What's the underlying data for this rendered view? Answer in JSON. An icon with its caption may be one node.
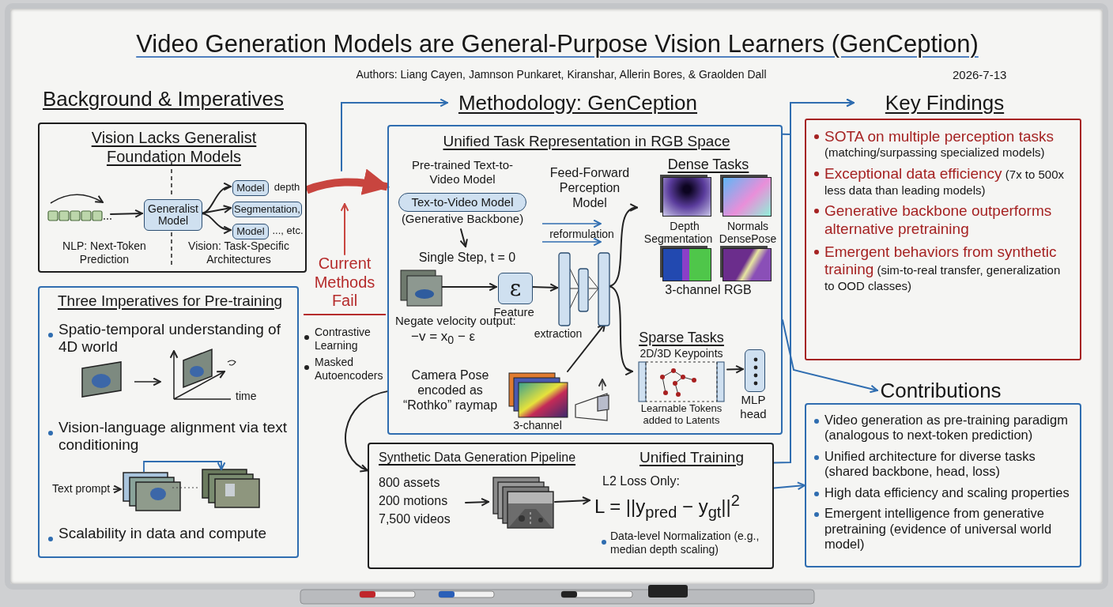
{
  "diagram": {
    "title": "Video Generation Models are General-Purpose Vision Learners (GenCeption)",
    "nodes": [
      {
        "text": [
          "Vision Lacks Generalist Foundation Models",
          "NLP: Next-Token Prediction",
          "Vision: Task-Specific Architectures"
        ]
      },
      {
        "text": [],
        "shape": "picture",
        "in": 0
      },
      {
        "text": [
          "Generalist Model"
        ],
        "in": 0
      },
      {
        "text": [
          "Model"
        ],
        "in": 0,
        "beside": [
          "depth"
        ]
      },
      {
        "text": [
          "Segmentation,"
        ],
        "in": 0
      },
      {
        "text": [
          "Model"
        ],
        "in": 0,
        "beside": [
          "..., etc."
        ]
      },
      {
        "text": [
          "Three Imperatives for Pre-training",
          "Spatio-temporal understanding of 4D world",
          "Vision-language alignment via text conditioning",
          "Scalability in data and compute"
        ]
      },
      {
        "text": [
          "Methodology: GenCeption"
        ]
      },
      {
        "text": [
          "Current Methods Fail",
          "Contrastive Learning",
          "Masked Autoencoders"
        ]
      },
      {
        "text": [
          "Unified Task Representation in RGB Space"
        ]
      },
      {
        "text": [
          "Pre-trained Text-to-Video Model",
          "Tex-to-Video Model",
          "(Generative Backbone)"
        ],
        "in": 9
      },
      {
        "text": [
          "Single Step, t = 0"
        ],
        "in": 9
      },
      {
        "text": [],
        "shape": "picture",
        "in": 9
      },
      {
        "text": [
          "ε"
        ],
        "in": 9,
        "beside": [
          "Feature"
        ]
      },
      {
        "text": [],
        "shape": "picture",
        "in": 9,
        "beside": [
          "Feed-Forward Perception Model",
          "reformulation",
          "extraction"
        ]
      },
      {
        "text": [],
        "shape": "picture",
        "in": 9,
        "beside": [
          "3-channel"
        ]
      },
      {
        "text": [
          "Dense Tasks",
          "Depth",
          "Normals",
          "Segmentation",
          "DensePose",
          "3-channel RGB"
        ],
        "in": 9
      },
      {
        "text": [
          "Sparse Tasks",
          "2D/3D Keypoints",
          "Learnable Tokens added to Latents"
        ],
        "in": 9
      },
      {
        "text": [],
        "shape": "box",
        "in": 9,
        "beside": [
          "MLP head"
        ]
      },
      {
        "text": [
          "Synthetic Data Generation Pipeline",
          "Unified Training"
        ]
      },
      {
        "text": [
          "800 assets",
          "200 motions",
          "7,500 videos"
        ],
        "in": 19
      },
      {
        "text": [],
        "shape": "picture",
        "in": 19
      },
      {
        "text": [
          "L2 Loss Only:",
          "L = ||y$_{pred}$ − y$_{gt}$||$^{2}$"
        ],
        "in": 19
      },
      {
        "text": [
          "Key Findings"
        ]
      },
      {
        "text": [
          "**SOTA on multiple perception tasks** (matching/surpassing specialized models)",
          "**Exceptional data efficiency** (7x to 500x less data than leading models)",
          "**Generative backbone outperforms alternative pretraining**",
          "**Emergent behaviors from synthetic training** (sim-to-real transfer, generalization to OOD classes)"
        ]
      },
      {
        "text": [
          "Contributions"
        ]
      },
      {
        "text": [
          "Video generation as pre-training paradigm (analogous to next-token prediction)",
          "Unified architecture for diverse tasks (shared backbone, head, loss)",
          "High data efficiency and scaling properties",
          "Emergent intelligence from generative pretraining (evidence of universal world model)"
        ]
      }
    ],
    "edges": [
      {
        "from": 1,
        "to": 2,
        "arrow": "to"
      },
      {
        "from": 2,
        "to": 3,
        "arrow": "to"
      },
      {
        "from": 2,
        "to": 4,
        "arrow": "to"
      },
      {
        "from": 2,
        "to": 5,
        "arrow": "to"
      },
      {
        "from": 0,
        "to": 9,
        "arrow": "to",
        "style": "thick",
        "color": "#c8453f"
      },
      {
        "from": 8,
        "to": null,
        "arrow": "to",
        "color": "#c8453f"
      },
      {
        "from": null,
        "to": 7,
        "arrow": "to",
        "color": "#2f6db0"
      },
      {
        "from": 10,
        "to": 11,
        "arrow": "to"
      },
      {
        "from": 12,
        "to": 13,
        "arrow": "to"
      },
      {
        "from": 13,
        "to": 14,
        "arrow": "to"
      },
      {
        "from": 15,
        "to": 14,
        "arrow": "to"
      },
      {
        "from": 14,
        "to": 16,
        "arrow": "to"
      },
      {
        "from": 14,
        "to": 17,
        "arrow": "to"
      },
      {
        "from": 17,
        "to": 18,
        "arrow": "to"
      },
      {
        "from": 20,
        "to": 21,
        "arrow": "to"
      },
      {
        "from": 21,
        "to": 22,
        "arrow": "to"
      },
      {
        "from": 9,
        "to": 19,
        "arrow": "to"
      },
      {
        "from": 9,
        "to": 23,
        "arrow": "to",
        "color": "#2f6db0"
      },
      {
        "from": 19,
        "to": 23,
        "arrow": "to",
        "color": "#2f6db0"
      },
      {
        "from": 9,
        "to": 25,
        "arrow": "to",
        "color": "#2f6db0"
      },
      {
        "from": 19,
        "to": 26,
        "arrow": "to",
        "color": "#2f6db0"
      }
    ],
    "labels": [
      "Authors: Liang Cayen, Jamnson Punkaret, Kiranshar, Allerin Bores, & Graolden Dall",
      "2026-7-13",
      "Background & Imperatives",
      "time",
      "Text prompt",
      "Negate velocity output:",
      "−v = x$_{0}$ − ε",
      "Camera Pose encoded as “Rothko” raymap",
      "Data-level Normalization (e.g., median depth scaling)"
    ]
  }
}
